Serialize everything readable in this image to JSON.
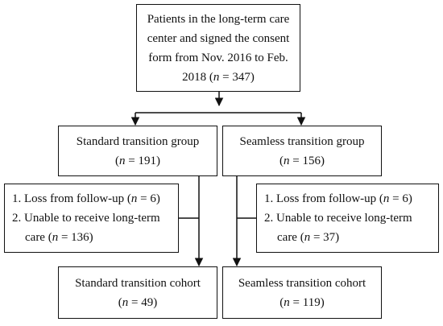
{
  "top_box": {
    "lines": [
      "Patients in the long-term care",
      "center and signed the consent",
      "form from Nov. 2016 to Feb.",
      "2018 (n = 347)"
    ]
  },
  "standard_group": {
    "title": "Standard transition group",
    "count": "(n = 191)"
  },
  "seamless_group": {
    "title": "Seamless transition group",
    "count": "(n = 156)"
  },
  "standard_exclusions": {
    "item1": "1. Loss from follow-up (n = 6)",
    "item2_a": "2. Unable to receive long-term",
    "item2_b": "care (n = 136)"
  },
  "seamless_exclusions": {
    "item1": "1. Loss from follow-up (n = 6)",
    "item2_a": "2. Unable to receive long-term",
    "item2_b": "care (n = 37)"
  },
  "standard_cohort": {
    "title": "Standard transition cohort",
    "count": "(n = 49)"
  },
  "seamless_cohort": {
    "title": "Seamless transition cohort",
    "count": "(n = 119)"
  }
}
